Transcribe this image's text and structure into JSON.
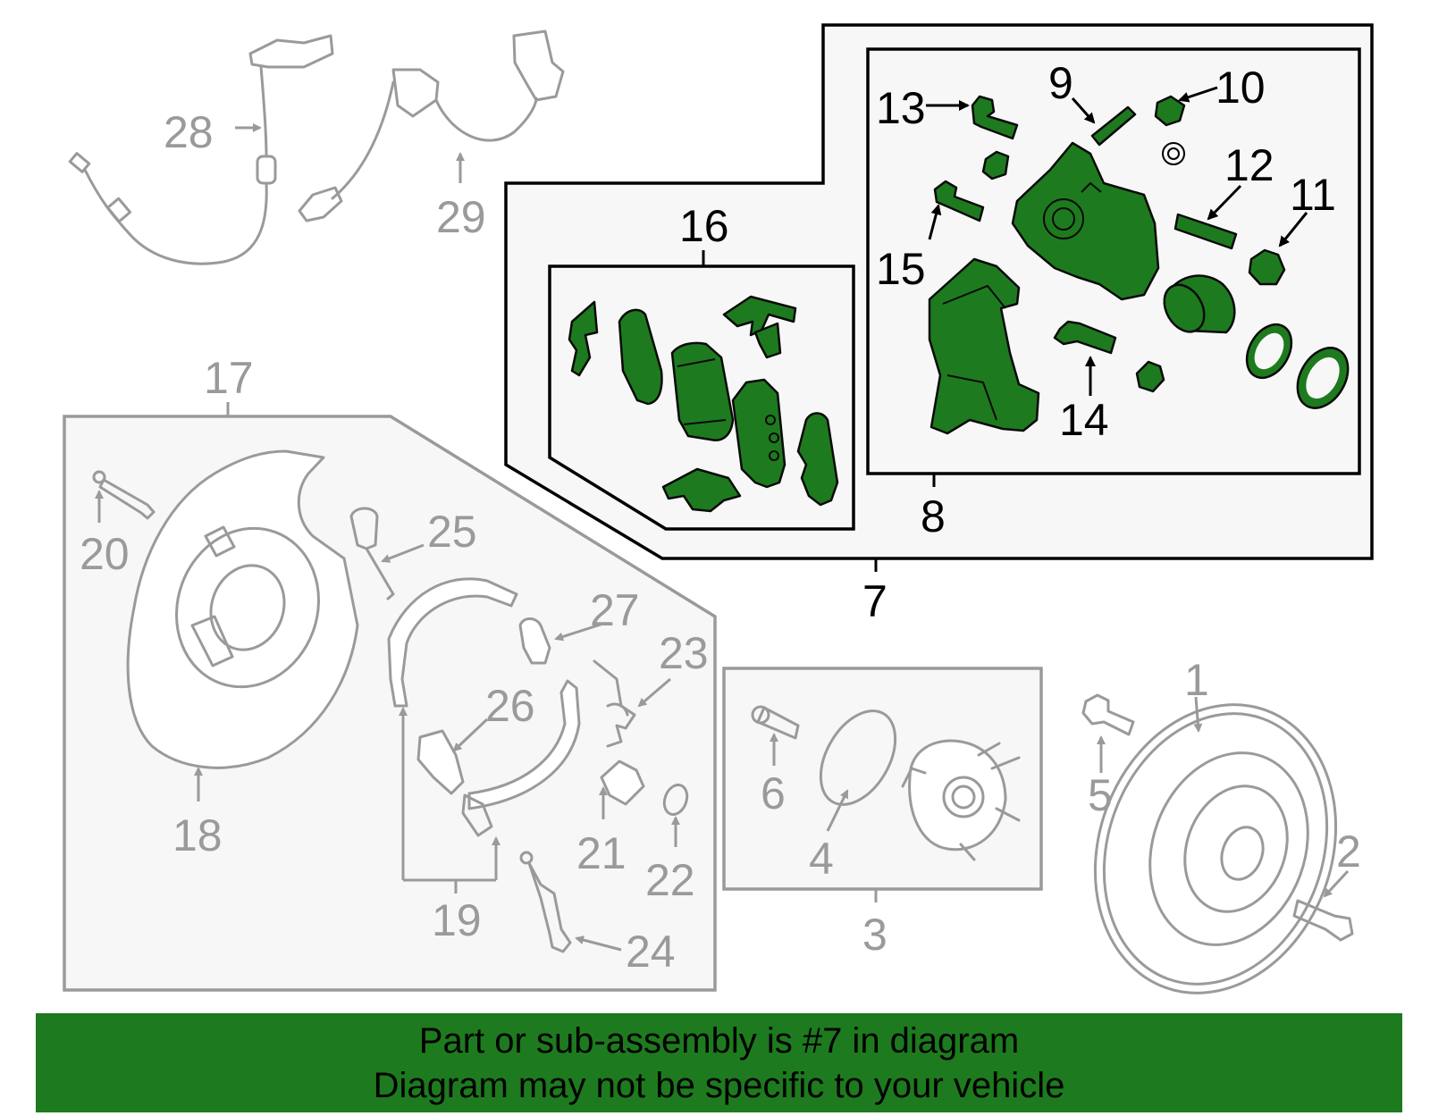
{
  "callouts": {
    "n1": "1",
    "n2": "2",
    "n3": "3",
    "n4": "4",
    "n5": "5",
    "n6": "6",
    "n7": "7",
    "n8": "8",
    "n9": "9",
    "n10": "10",
    "n11": "11",
    "n12": "12",
    "n13": "13",
    "n14": "14",
    "n15": "15",
    "n16": "16",
    "n17": "17",
    "n18": "18",
    "n19": "19",
    "n20": "20",
    "n21": "21",
    "n22": "22",
    "n23": "23",
    "n24": "24",
    "n25": "25",
    "n26": "26",
    "n27": "27",
    "n28": "28",
    "n29": "29"
  },
  "highlight": {
    "part_number": "7",
    "color": "#1e7a1e"
  },
  "banner": {
    "line1": "Part or sub-assembly is #7 in diagram",
    "line2": "Diagram may not be specific to your vehicle",
    "color": "#1e7a1e"
  },
  "colors": {
    "unselected_parts": "#9a9a9a",
    "selected_parts": "#1e7a1e",
    "panel_bg": "#f5f5f5"
  }
}
